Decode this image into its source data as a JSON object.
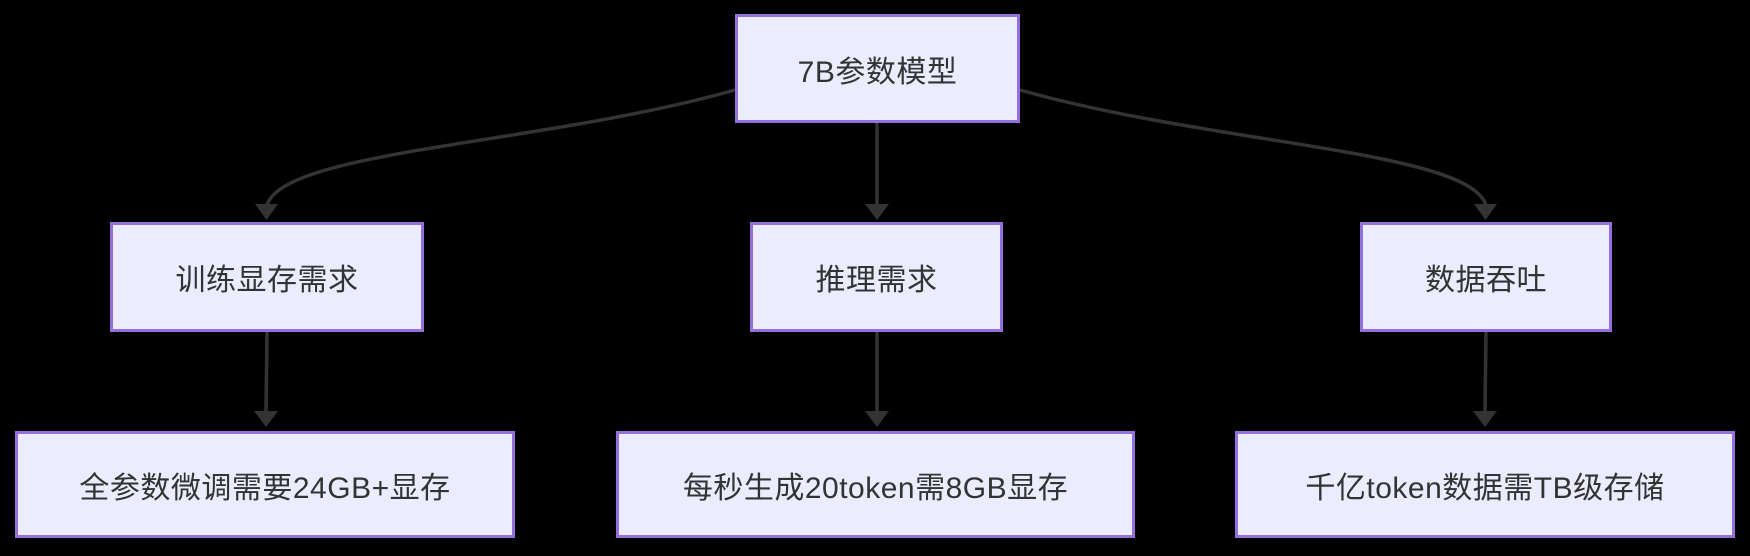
{
  "diagram": {
    "type": "flowchart",
    "direction": "top-down",
    "colors": {
      "background": "#000000",
      "node_fill": "#ECECFF",
      "node_border": "#9370DB",
      "edge": "#333333",
      "text": "#333333"
    },
    "nodes": {
      "root": {
        "label": "7B参数模型"
      },
      "training": {
        "label": "训练显存需求"
      },
      "inference": {
        "label": "推理需求"
      },
      "throughput": {
        "label": "数据吞吐"
      },
      "training_detail": {
        "label": "全参数微调需要24GB+显存"
      },
      "inference_detail": {
        "label": "每秒生成20token需8GB显存"
      },
      "throughput_detail": {
        "label": "千亿token数据需TB级存储"
      }
    },
    "edges": [
      {
        "from": "root",
        "to": "training"
      },
      {
        "from": "root",
        "to": "inference"
      },
      {
        "from": "root",
        "to": "throughput"
      },
      {
        "from": "training",
        "to": "training_detail"
      },
      {
        "from": "inference",
        "to": "inference_detail"
      },
      {
        "from": "throughput",
        "to": "throughput_detail"
      }
    ]
  }
}
